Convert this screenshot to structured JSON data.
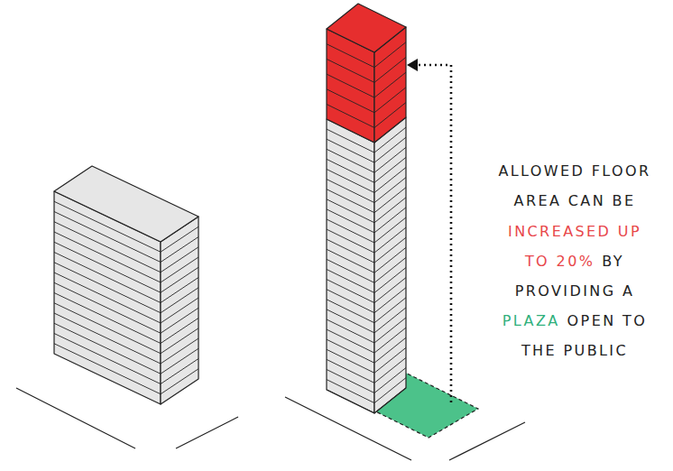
{
  "diagram": {
    "labels": [
      "ALLOWED FLOOR",
      "AREA CAN BE",
      "INCREASED UP",
      "TO 20%",
      "BY",
      "PROVIDING A",
      "PLAZA",
      "OPEN TO",
      "THE PUBLIC"
    ]
  }
}
